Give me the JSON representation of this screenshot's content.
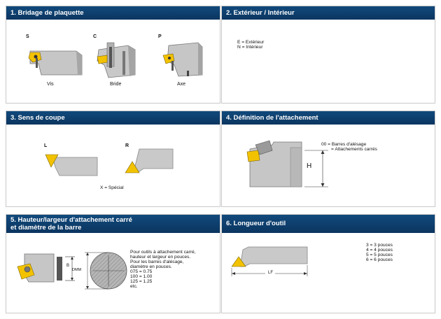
{
  "panel1": {
    "title": "1. Bridage de plaquette",
    "items": [
      {
        "code": "S",
        "caption": "Vis"
      },
      {
        "code": "C",
        "caption": "Bride"
      },
      {
        "code": "P",
        "caption": "Axe"
      }
    ]
  },
  "panel2": {
    "title": "2. Extérieur / Intérieur",
    "lines": [
      "E = Extérieur",
      "N = Intérieur"
    ]
  },
  "panel3": {
    "title": "3. Sens de coupe",
    "left_code": "L",
    "right_code": "R",
    "special": "X = Spécial"
  },
  "panel4": {
    "title": "4. Définition de l'attachement",
    "lines": [
      "00 = Barres d'alésage",
      "= Attachements carrés"
    ],
    "dim_label": "H"
  },
  "panel5": {
    "title_line1": "5. Hauteur/largeur d'attachement carré",
    "title_line2": "et diamètre de la barre",
    "dim_b": "B",
    "dim_dmm": "DMM",
    "lines": [
      "Pour outils à attachement carré,",
      "hauteur et largeur en pouces.",
      "Pour les barres d'alésage,",
      "diamètre en pouces.",
      "075 = 0.75",
      "100 = 1.00",
      "125 = 1.25",
      "etc."
    ]
  },
  "panel6": {
    "title": "6. Longueur d'outil",
    "dim_lf": "LF",
    "lines": [
      "3 = 3 pouces",
      "4 = 4 pouces",
      "5 = 5 pouces",
      "6 = 6 pouces"
    ]
  },
  "colors": {
    "header": "#0b3560",
    "insert": "#f2c200",
    "body_gray": "#c4c4c4"
  }
}
